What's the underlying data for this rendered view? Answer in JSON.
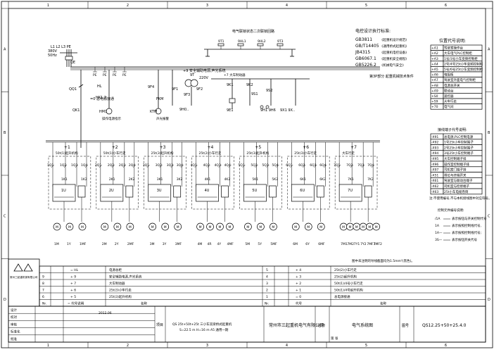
{
  "frame": {
    "col_numbers": [
      "1",
      "2",
      "3",
      "4",
      "5",
      "6"
    ],
    "row_letters": [
      "A",
      "B",
      "C",
      "D"
    ]
  },
  "supply": {
    "voltage_top": "380V",
    "freq": "50Hz",
    "voltage_ctrl": "220V",
    "bus_label": "L1 L2 L3 PE",
    "qe": "QE",
    "pe_taps": [
      "PE",
      "PE",
      "PE",
      "PE"
    ]
  },
  "interlock_title": "电气联锁状态二次联锁回路",
  "interlock_switches": [
    "9T1",
    "9HL1",
    "9HL2",
    "9T3"
  ],
  "standards": {
    "title": "电控设计执行标准:",
    "items": [
      {
        "code": "GB3811",
        "desc": "《起重机设计规范》"
      },
      {
        "code": "GB/T14405",
        "desc": "《通用桥式起重机》"
      },
      {
        "code": "JB4315",
        "desc": "《起重机电控设备》"
      },
      {
        "code": "GB6067.1",
        "desc": "《起重机安全规程》"
      },
      {
        "code": "GB5226.2",
        "desc": "《机械电气安全》"
      }
    ],
    "note": "第3P部分  起重机械技术条件"
  },
  "control": {
    "qq_label": "QQ1",
    "hl_label": "HL",
    "hl_main": "总电源指示",
    "hk_label": "HK1,2",
    "qk_label": "QK1",
    "mains_on": "=0 总电源接通",
    "hm_label": "HM1",
    "hm_desc": "操作电源指示",
    "plus9": "+9 安全辅助电源,声光系统",
    "t9": "9T",
    "v220": "220V",
    "fm": "FKM",
    "ktm": "KTM",
    "ktm_desc": "声光报警",
    "f9": "9F4",
    "f9_2": "9F1",
    "f9_3": "9F3",
    "f9_4": "9F2",
    "hl9": "9H0..",
    "plus7": "+7 大车制动器",
    "k9_1": "9K1",
    "k9_2": "9K2",
    "e9_1": "9E1",
    "s9": "9S1",
    "s9_2": "9S2",
    "h9": "9H1 9H6",
    "x9": "9X1 9X.."
  },
  "position_legend": {
    "title": "位置代号说明:",
    "rows": [
      {
        "code": "+A1",
        "desc": "驾驶室操作台"
      },
      {
        "code": "+A2",
        "desc": "大车电气PLC控制柜"
      },
      {
        "code": "+A3",
        "desc": "1号/3号小车变频控制柜"
      },
      {
        "code": "+A4",
        "desc": "2号/4号25t小车变频控制柜"
      },
      {
        "code": "+A5",
        "desc": "5号/6号25t小车变频控制柜"
      },
      {
        "code": "+A6",
        "desc": "电阻柜"
      },
      {
        "code": "+A7",
        "desc": "驾驶室外面电气控制柜"
      },
      {
        "code": "+A8",
        "desc": "电源总开关"
      },
      {
        "code": "+A9",
        "desc": "联动台"
      },
      {
        "code": "+S0",
        "desc": "遥控器"
      },
      {
        "code": "+S9",
        "desc": "大车行走"
      },
      {
        "code": "+70",
        "desc": "电气间"
      }
    ]
  },
  "device_legend": {
    "title": "接线端子代号说明:",
    "rows": [
      {
        "code": "-X91",
        "desc": "总电源,PLC控制电源"
      },
      {
        "code": "-X92",
        "desc": "1号25t小车控制端子"
      },
      {
        "code": "-X93",
        "desc": "2号25t小车控制端子"
      },
      {
        "code": "-X94",
        "desc": "3号25t小车控制端子"
      },
      {
        "code": "-X95",
        "desc": "大车控制端子排"
      },
      {
        "code": "-X96",
        "desc": "操作室控制端子排"
      },
      {
        "code": "-X97",
        "desc": "司机室门端子排"
      },
      {
        "code": "-X51",
        "desc": "限位与终端开关"
      },
      {
        "code": "-X61",
        "desc": "驾驶室与联动台端子"
      },
      {
        "code": "-X62",
        "desc": "司机室与检修端子"
      },
      {
        "code": "-X63",
        "desc": "25t小车电缆卷筒"
      }
    ]
  },
  "legend_note": "注:不使用编号,不与本机接线图中对应符号。",
  "symbol_legend": {
    "title": "控制元件编号说明:",
    "rows": [
      {
        "sym": "/1A",
        "desc": "表示按钮与开关控制代号"
      },
      {
        "sym": "1A",
        "desc": "表示按照控制线代号,"
      },
      {
        "sym": "1A—",
        "desc": "表示按照控制线代号;"
      },
      {
        "sym": "3S—",
        "desc": "表示按钮开关代号"
      }
    ]
  },
  "branches": [
    {
      "num": "+1",
      "desc": "50t(1)起升机构",
      "qf": "1Q1",
      "q2": "1Q2",
      "q3": "1Q3",
      "q4": "1Q4",
      "k": "1K1",
      "k2": "1K2",
      "inv": "1U",
      "motors": [
        "1M",
        "1Y",
        "1MF"
      ]
    },
    {
      "num": "+2",
      "desc": "50t(1)小车行走",
      "qf": "2Q1",
      "q2": "2Q2",
      "q3": "2Q3",
      "q4": "2Q4",
      "k": "2K1",
      "k2": "2K2",
      "inv": "2U",
      "motors": [
        "2M",
        "2Y",
        "2MF"
      ]
    },
    {
      "num": "+3",
      "desc": "25t(3)起升机构",
      "qf": "3Q1",
      "q2": "3Q2",
      "q3": "3Q3",
      "q4": "3Q4",
      "k": "3K1",
      "k2": "3K2",
      "inv": "3U",
      "motors": [
        "3M",
        "3Y",
        "3MF"
      ]
    },
    {
      "num": "+4",
      "desc": "25t(2)小车行走",
      "qf": "4Q1",
      "q2": "4Q2",
      "q3": "4Q3",
      "q4": "4Q4",
      "k": "4K1",
      "k2": "4K2",
      "inv": "4U",
      "motors": [
        "4M",
        "4R",
        "4Y",
        "4MF"
      ]
    },
    {
      "num": "+5",
      "desc": "25t(3)起升机构",
      "qf": "5Q1",
      "q2": "5Q2",
      "q3": "5Q3",
      "q4": "5Q4",
      "k": "5K1",
      "k2": "5K2",
      "inv": "5U",
      "motors": [
        "5M",
        "5Y",
        "5MF"
      ]
    },
    {
      "num": "+6",
      "desc": "25t(3)小车行走",
      "qf": "6Q1",
      "q2": "6Q2",
      "q3": "6Q3",
      "q4": "6Q4",
      "k": "6K1",
      "k2": "6K2",
      "inv": "6U",
      "motors": [
        "6M",
        "6Y",
        "6MF"
      ]
    },
    {
      "num": "+7",
      "desc": "大车行走",
      "qf": "7Q1",
      "q2": "7Q2",
      "q3": "7Q3",
      "q4": "7Q4",
      "k": "7K1",
      "k2": "7K2",
      "inv": "7U",
      "motors": [
        "7M1",
        "7M2",
        "7Y1",
        "7Y2",
        "7MF1",
        "7MF2"
      ]
    }
  ],
  "bottom_note": "图中未注明的导线截面均为1.5mm²(黑色)。",
  "list_left": [
    {
      "n": "",
      "code": "= HL",
      "desc": "电源总柜"
    },
    {
      "n": "9",
      "code": "+ 9",
      "desc": "安全辅助电源,声光系统"
    },
    {
      "n": "8",
      "code": "+ 7",
      "desc": "大车制动器"
    },
    {
      "n": "7",
      "code": "+ 6",
      "desc": "25t(3)小车行走"
    },
    {
      "n": "6",
      "code": "+ 5",
      "desc": "25t(3)起升机构"
    }
  ],
  "list_right": [
    {
      "n": "5",
      "code": "+ 4",
      "desc": "25t(2)小车行走"
    },
    {
      "n": "4",
      "code": "+ 3",
      "desc": "25t(2)起升机构"
    },
    {
      "n": "3",
      "code": "+ 2",
      "desc": "50t(1)/4号小车行走"
    },
    {
      "n": "2",
      "code": "+ 1",
      "desc": "50t(1)/4号起升机构"
    },
    {
      "n": "1",
      "code": "= 0",
      "desc": "总电源接通"
    }
  ],
  "list_header": {
    "nr": "Nr.",
    "code": "= 代号说明",
    "desc": "名称",
    "nr2": "Nr.",
    "code2": "代号",
    "desc2": "名称"
  },
  "title_block": {
    "project_label": "项目",
    "project_line1": "QS 25t+50t+25t 三小车双梁桥式起重机",
    "project_line2": "S=22.5 m  H=16 m  A5  通用一期",
    "company": "常州市三起重机电气有限公司",
    "chart_label": "名称",
    "chart_title": "电气系统图",
    "dwg_label": "图号",
    "dwg_no": "QS12.25+50+25.4.0",
    "logo_text": "常州三起重机械有限公司",
    "date": "2012.06",
    "rows": [
      "设计",
      "校对",
      "审核",
      "标准化",
      "批准"
    ],
    "sheet": "第 张"
  }
}
